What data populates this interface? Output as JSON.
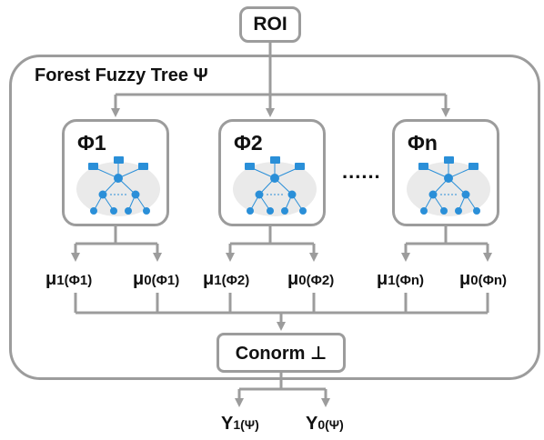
{
  "roi": "ROI",
  "forest_title": "Forest Fuzzy Tree Ψ",
  "trees": [
    {
      "label": "Φ1",
      "mu1": "μ",
      "mu1_sub": "1(Φ1)",
      "mu0": "μ",
      "mu0_sub": "0(Φ1)"
    },
    {
      "label": "Φ2",
      "mu1": "μ",
      "mu1_sub": "1(Φ2)",
      "mu0": "μ",
      "mu0_sub": "0(Φ2)"
    },
    {
      "label": "Φn",
      "mu1": "μ",
      "mu1_sub": "1(Φn)",
      "mu0": "μ",
      "mu0_sub": "0(Φn)"
    }
  ],
  "ellipsis": "......",
  "conorm": "Conorm ⊥",
  "outputs": [
    {
      "symbol": "Y",
      "sub": "1(Ψ)"
    },
    {
      "symbol": "Y",
      "sub": "0(Ψ)"
    }
  ],
  "colors": {
    "border": "#9c9c9c",
    "node": "#2a8fd8",
    "text": "#111111"
  }
}
